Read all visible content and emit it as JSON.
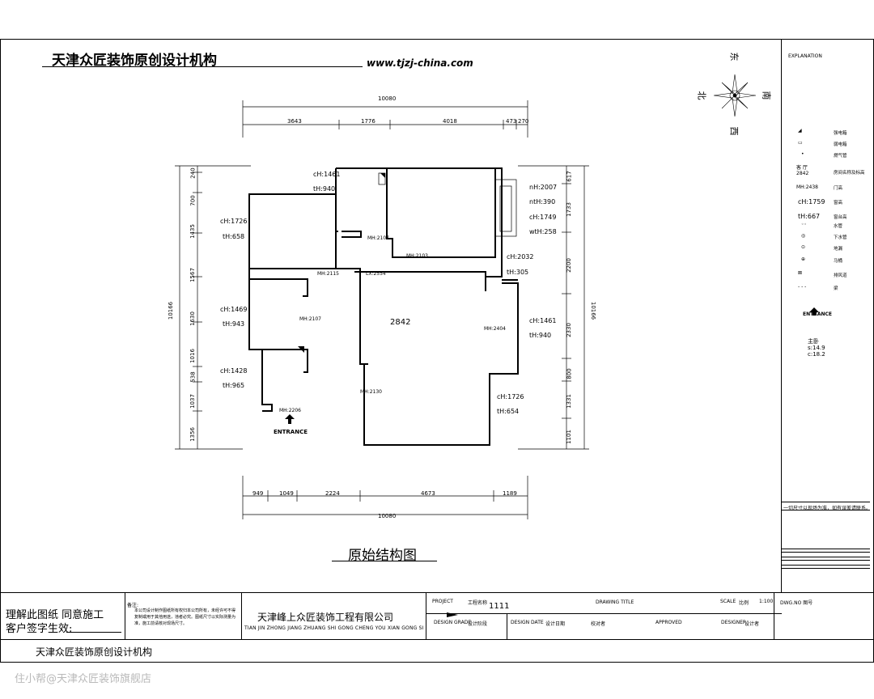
{
  "header": {
    "org_title": "天津众匠装饰原创设计机构",
    "website": "www.tjzj-china.com"
  },
  "compass": {
    "east": "东",
    "south": "南",
    "west": "西",
    "north": "北"
  },
  "dimensions": {
    "top_total": "10080",
    "top_segments": [
      "3643",
      "1776",
      "4018",
      "473",
      "270"
    ],
    "bottom_total": "10080",
    "bottom_segments": [
      "949",
      "1049",
      "2224",
      "4673",
      "1189"
    ],
    "left_total": "10166",
    "left_segments": [
      "240",
      "700",
      "1435",
      "1567",
      "1630",
      "1016",
      "538",
      "1037",
      "1356"
    ],
    "right_total": "10166",
    "right_segments": [
      "617",
      "1733",
      "2200",
      "2330",
      "800",
      "1331",
      "1101"
    ]
  },
  "rooms": {
    "top_center": [
      "cH:1461",
      "tH:940"
    ],
    "top_right": [
      "nH:2007",
      "ntH:390",
      "cH:1749",
      "wtH:258"
    ],
    "left_upper": [
      "cH:1726",
      "tH:658"
    ],
    "right_mid": [
      "cH:2032",
      "tH:305"
    ],
    "left_mid": [
      "cH:1469",
      "tH:943"
    ],
    "right_lower": [
      "cH:1461",
      "tH:940"
    ],
    "left_lower": [
      "cH:1428",
      "tH:965"
    ],
    "bottom_right": [
      "cH:1726",
      "tH:654"
    ]
  },
  "door_marks": [
    "MH:2107",
    "MH:2103",
    "MH:2115",
    "LX:2554",
    "MH:2107",
    "MH:2404",
    "MH:2130",
    "MH:2206"
  ],
  "center_height": "2842",
  "entrance": "ENTRANCE",
  "drawing_title": "原始结构图",
  "legend": {
    "title": "EXPLANATION",
    "items": [
      {
        "symbol": "◢",
        "label": "强电箱"
      },
      {
        "symbol": "▭",
        "label": "弱电箱"
      },
      {
        "symbol": "•",
        "label": "燃气管"
      },
      {
        "symbol": "客 厅\n2842",
        "label": "房间名称及标高"
      },
      {
        "symbol": "MH:2438",
        "label": "门高"
      },
      {
        "symbol": "cH:1759",
        "label": "窗高"
      },
      {
        "symbol": "tH:667",
        "label": "窗台高"
      },
      {
        "symbol": "◦◦",
        "label": "水管"
      },
      {
        "symbol": "◎",
        "label": "下水管"
      },
      {
        "symbol": "⊙",
        "label": "地漏"
      },
      {
        "symbol": "⊕",
        "label": "马桶"
      },
      {
        "symbol": "⊠",
        "label": "排风道"
      },
      {
        "symbol": "- - -",
        "label": "梁"
      }
    ],
    "entrance": "ENTRANCE",
    "room_note": "主卧",
    "room_s": "s:14.9",
    "room_c": "c:18.2",
    "dimension_note": "一切尺寸以现场为准，如有误差请联系。"
  },
  "title_block": {
    "sign_line1": "理解此图纸   同意施工",
    "sign_line2": "客户签字生效:",
    "notes_title": "备注:",
    "notes_body": "本公司设计制作图纸所有权归本公司所有，未经许可不得复制或用于其他用途，违者必究。图纸尺寸以实际测量为准，施工前请核对现场尺寸。",
    "company_cn": "天津峰上众匠装饰工程有限公司",
    "company_en": "TIAN JIN ZHONG JIANG ZHUANG SHI GONG CHENG YOU XIAN GONG SI",
    "project_label": "PROJECT",
    "project_cn": "工程名称",
    "project_value": "1111",
    "drawing_title_label": "DRAWING TITLE",
    "scale_label": "SCALE",
    "scale_cn": "比例",
    "scale_value": "1:100",
    "dwg_no": "DWG.NO 图号",
    "design_grade": "DESIGN GRADE",
    "design_grade_cn": "设计阶段",
    "design_date": "DESIGN DATE",
    "design_date_cn": "设计日期",
    "reviewer_cn": "校对者",
    "approved": "APPROVED",
    "designer": "DESIGNER",
    "designer_cn": "设计者"
  },
  "footer": {
    "org_title": "天津众匠装饰原创设计机构"
  },
  "watermark": "住小帮@天津众匠装饰旗舰店"
}
